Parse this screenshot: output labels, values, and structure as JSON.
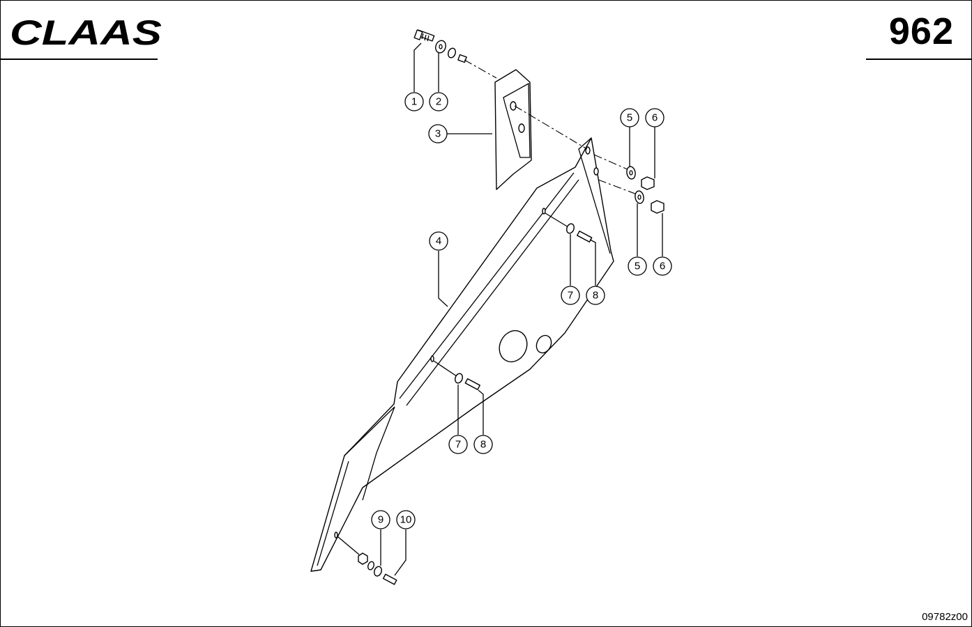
{
  "header": {
    "brand": "CLAAS",
    "page_number": "962"
  },
  "drawing_reference": "09782z00",
  "callouts": [
    "1",
    "2",
    "3",
    "4",
    "5",
    "6",
    "5",
    "6",
    "7",
    "8",
    "7",
    "8",
    "9",
    "10"
  ],
  "colors": {
    "ink": "#000000",
    "paper": "#ffffff"
  }
}
